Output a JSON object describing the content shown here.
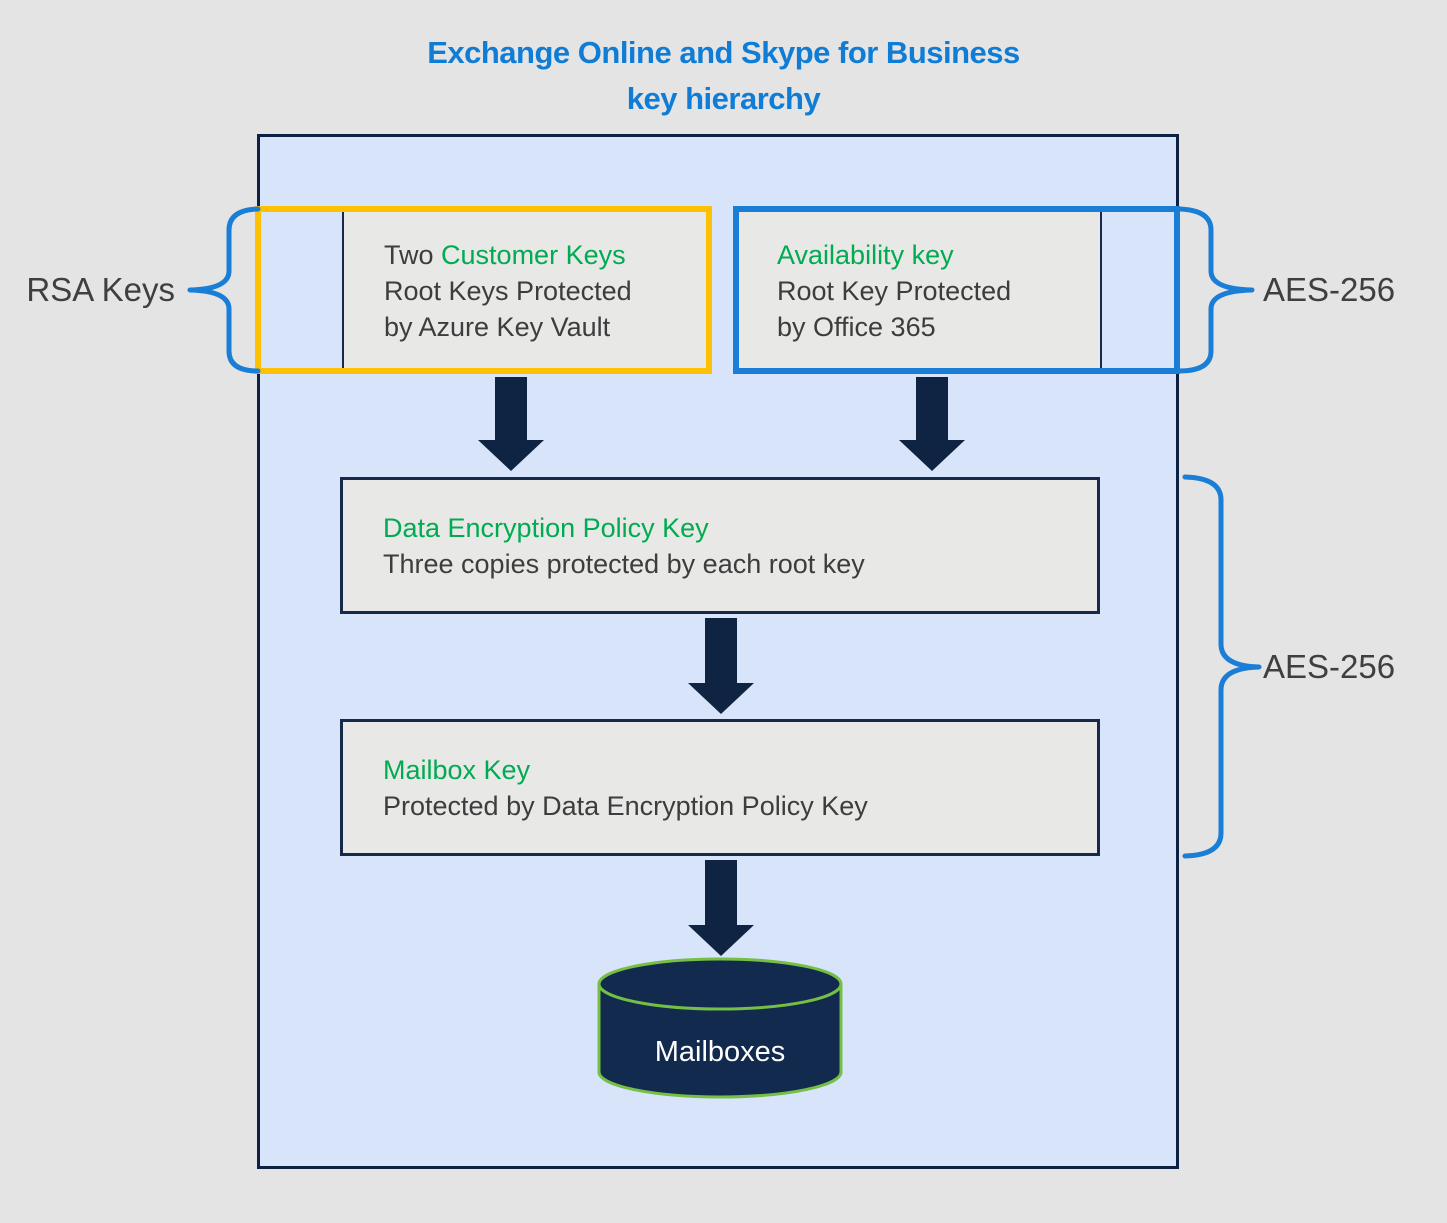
{
  "title": {
    "line1": "Exchange Online and Skype for Business",
    "line2": "key hierarchy"
  },
  "labels": {
    "rsa_keys": "RSA Keys",
    "aes_top": "AES-256",
    "aes_middle": "AES-256"
  },
  "boxes": {
    "customer": {
      "title_prefix": "Two ",
      "title_highlight": "Customer Keys",
      "line2": "Root Keys Protected",
      "line3": "by Azure Key Vault"
    },
    "availability": {
      "title": "Availability key",
      "line2": "Root Key Protected",
      "line3": "by Office 365"
    },
    "dep": {
      "title": "Data Encryption Policy Key",
      "line2": "Three copies protected by each root key"
    },
    "mailbox_key": {
      "title": "Mailbox Key",
      "line2": "Protected by Data Encryption Policy Key"
    }
  },
  "cylinder": {
    "label": "Mailboxes"
  },
  "icons": {
    "left_brace": "curly-brace-left",
    "right_brace_top": "curly-brace-right",
    "right_brace_middle": "curly-brace-right",
    "arrows": "down-arrow",
    "database": "database-cylinder"
  },
  "colors": {
    "page-bg": "#e4e4e4",
    "title-blue": "#0f7cd5",
    "container-fill": "#d7e4fa",
    "container-border": "#0c2144",
    "box-fill": "#e8e8e7",
    "box-border": "#16294a",
    "orange-accent": "#fec002",
    "blue-accent": "#1b7ed6",
    "green-text": "#00ab51",
    "dark-text": "#3d3d3d",
    "navy": "#0f2443",
    "cylinder-fill": "#122a4d",
    "cylinder-green": "#74bf44",
    "white-text": "#ffffff"
  }
}
